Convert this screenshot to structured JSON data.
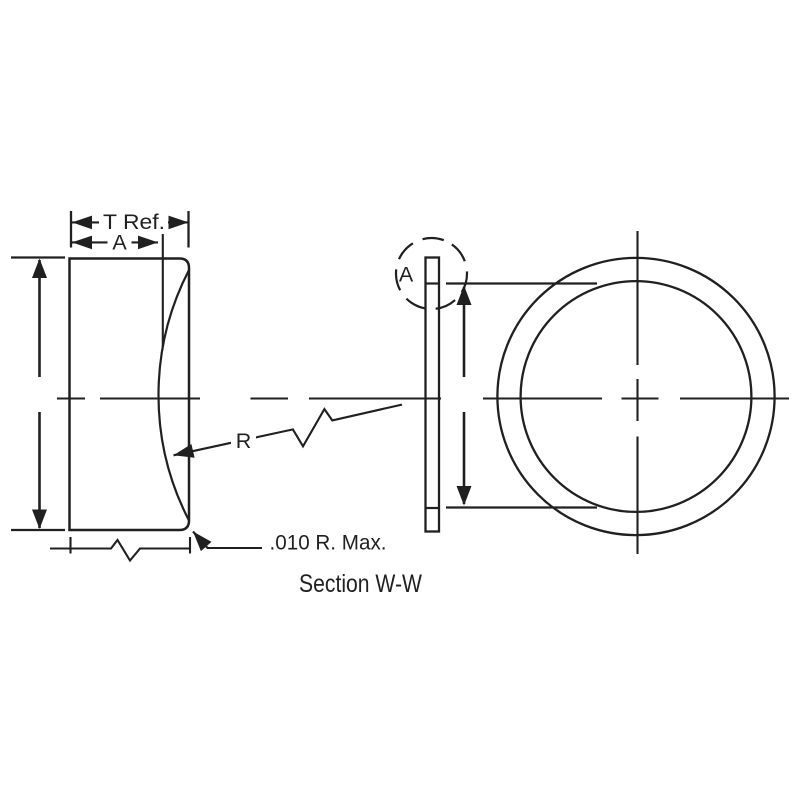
{
  "title": "Section W-W engineering drawing",
  "ink": "#231f20",
  "background": "#ffffff",
  "labels": {
    "thickness_dim": "T Ref.",
    "flat_dim": "A",
    "radius_leader": "R",
    "detail_callout": "A",
    "edge_radius_note": ".010 R. Max.",
    "section_title": "Section W-W"
  }
}
